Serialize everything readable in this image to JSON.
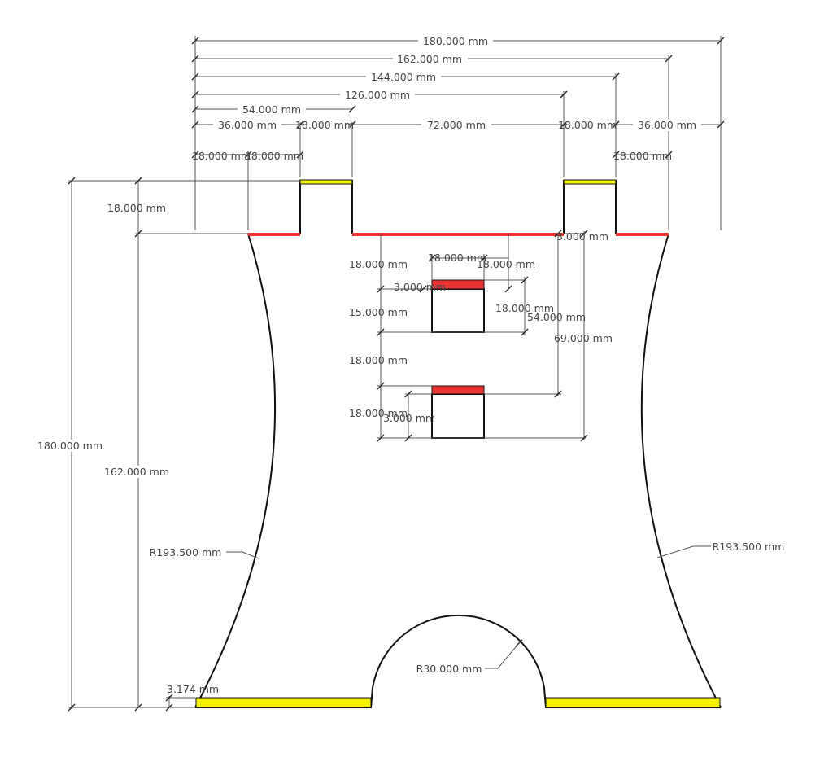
{
  "diagram": {
    "colors": {
      "background": "#ffffff",
      "outline": "#111111",
      "dimension": "#555555",
      "text": "#444444",
      "yellow_edge": "#f5f000",
      "red_edge": "#ee3333"
    },
    "dimensions": {
      "top_total": "180.000 mm",
      "top_162": "162.000 mm",
      "top_144": "144.000 mm",
      "top_126": "126.000 mm",
      "top_54": "54.000 mm",
      "seg_36_left": "36.000 mm",
      "seg_18_left": "18.000 mm",
      "seg_72": "72.000 mm",
      "seg_18_right": "18.000 mm",
      "seg_36_right": "36.000 mm",
      "row3_18_a": "18.000 mm",
      "row3_18_b": "18.000 mm",
      "row3_18_c": "18.000 mm",
      "left_tab_height": "18.000 mm",
      "left_total_height": "180.000 mm",
      "left_162_height": "162.000 mm",
      "bottom_offset": "3.174 mm",
      "mid_gap_small": "3.000 mm",
      "slot_top_offset": "18.000 mm",
      "slot_width": "18.000 mm",
      "slot_side_offset": "18.000 mm",
      "slot1_inner": "3.000 mm",
      "slot1_height": "15.000 mm",
      "slot_spacing": "18.000 mm",
      "slot2_height": "18.000 mm",
      "slot2_inner": "3.000 mm",
      "right_18": "18.000 mm",
      "right_54": "54.000 mm",
      "right_69": "69.000 mm",
      "radius_left": "R193.500 mm",
      "radius_right": "R193.500 mm",
      "radius_arch": "R30.000 mm"
    }
  }
}
